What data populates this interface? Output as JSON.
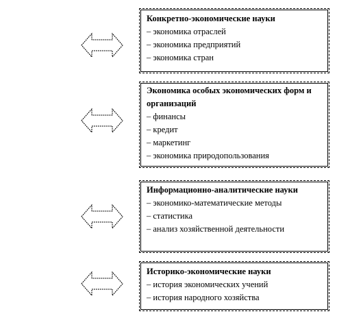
{
  "blocks": [
    {
      "title": "Конкретно-экономические науки",
      "items": [
        "– экономика отраслей",
        "– экономика предприятий",
        "– экономика стран"
      ]
    },
    {
      "title": "Экономика особых экономических форм и организаций",
      "items": [
        "– финансы",
        "– кредит",
        "– маркетинг",
        "– экономика природопользования"
      ]
    },
    {
      "title": "Информационно-аналитические науки",
      "items": [
        "– экономико-математические методы",
        "– статистика",
        "– анализ хозяйственной деятельности"
      ]
    },
    {
      "title": "Историко-экономические науки",
      "items": [
        "– история экономических учений",
        "– история народного хозяйства"
      ]
    }
  ]
}
